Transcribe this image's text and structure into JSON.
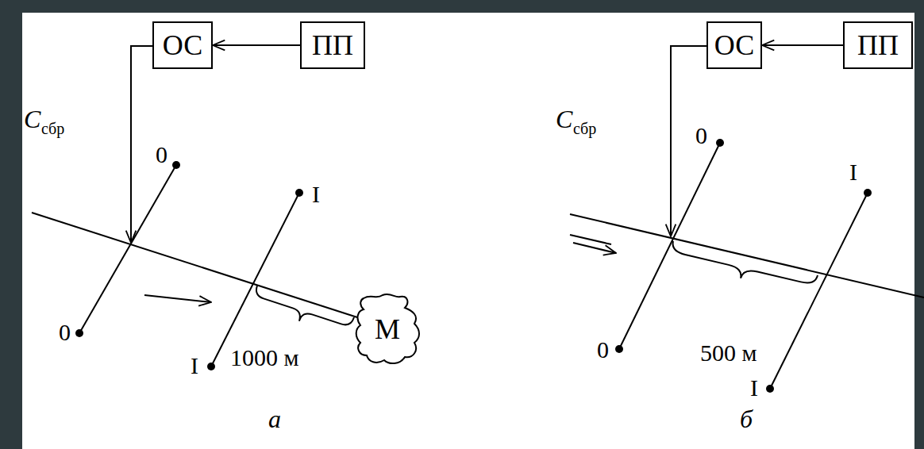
{
  "diagram": {
    "nodes": [
      {
        "text": [
          "ОС"
        ]
      },
      {
        "text": [
          "ПП"
        ]
      },
      {
        "text": [
          "М"
        ]
      },
      {
        "text": [
          "ОС"
        ]
      },
      {
        "text": [
          "ПП"
        ]
      }
    ],
    "edges": [
      {
        "from": 1,
        "to": 0,
        "arrow": "to"
      },
      {
        "from": 4,
        "to": 3,
        "arrow": "to"
      }
    ],
    "labels": [
      "C",
      "сбр",
      "0",
      "0",
      "I",
      "I",
      "1000 м",
      "а",
      "C",
      "сбр",
      "0",
      "0",
      "I",
      "I",
      "500 м",
      "б"
    ]
  }
}
